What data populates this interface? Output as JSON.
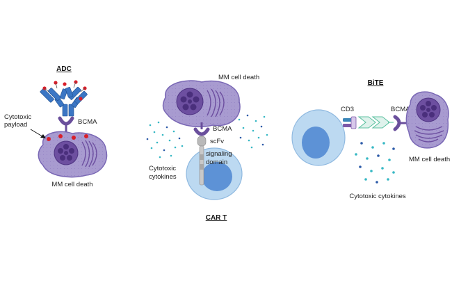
{
  "colors": {
    "mm_cell_fill": "#a89bd0",
    "mm_cell_stroke": "#7a68b5",
    "nucleus": "#6d4fa0",
    "tcell_outer": "#bcd9f1",
    "tcell_inner": "#5d92d6",
    "antibody": "#3b76c4",
    "payload": "#d81f2a",
    "bcma": "#6a4f9c",
    "cytokine_teal": "#37b8c4",
    "cytokine_blue": "#2c5aa8",
    "bite_green": "#5ec2a2"
  },
  "adc": {
    "title": "ADC",
    "bcma_label": "BCMA",
    "payload_label_line1": "Cytotoxic",
    "payload_label_line2": "payload",
    "death_label": "MM cell death"
  },
  "cart": {
    "title": "CAR T",
    "death_label": "MM cell death",
    "bcma_label": "BCMA",
    "scfv_label": "scFv",
    "signal_line1": "signaling",
    "signal_line2": "domain",
    "cyto_line1": "Cytotoxic",
    "cyto_line2": "cytokines"
  },
  "bite": {
    "title": "BiTE",
    "cd3_label": "CD3",
    "bcma_label": "BCMA",
    "death_label": "MM cell death",
    "cyto_label": "Cytotoxic cytokines"
  }
}
